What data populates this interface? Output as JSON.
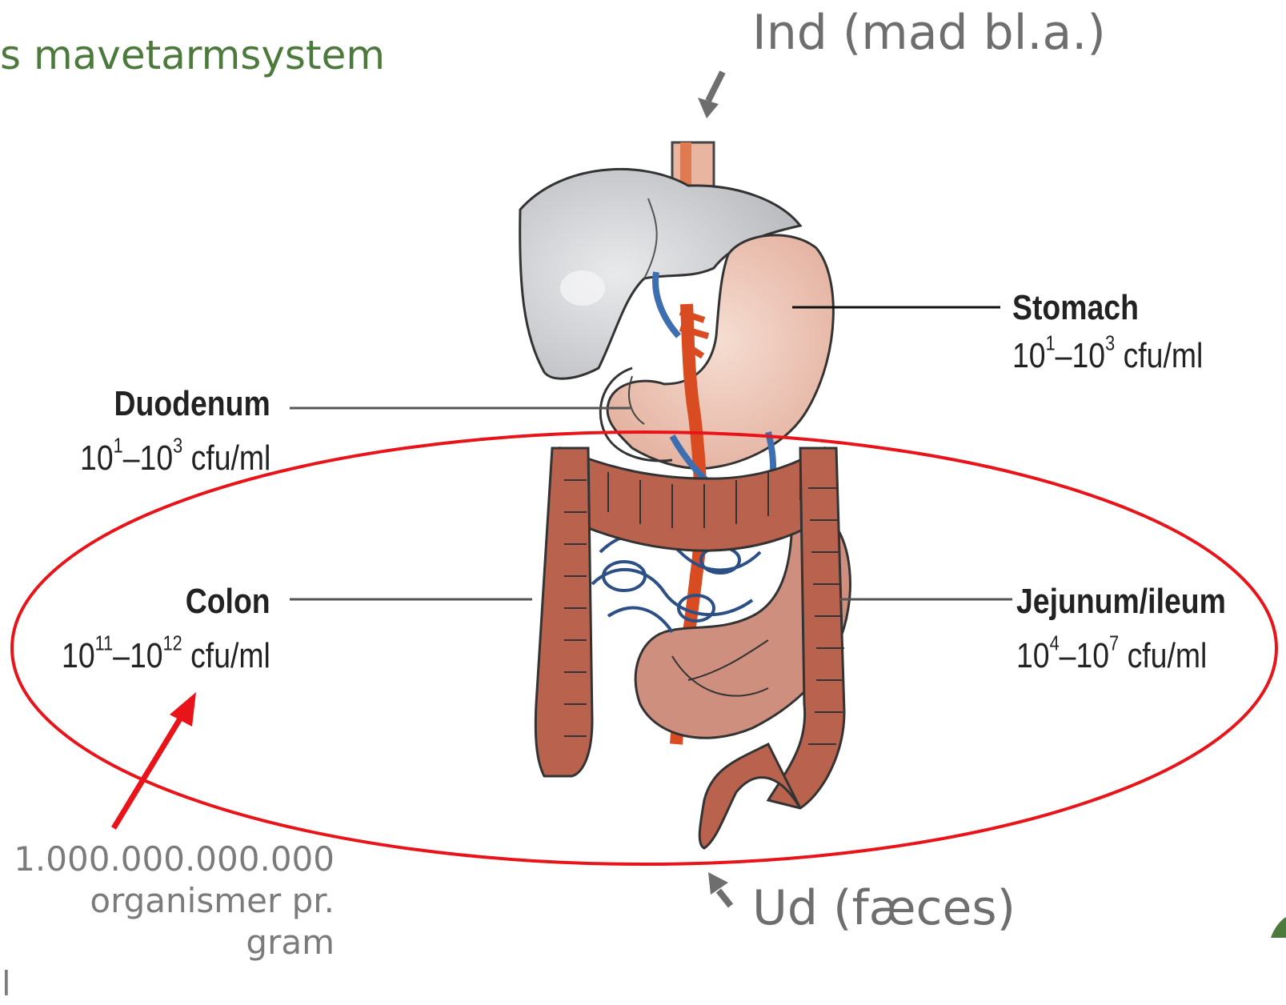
{
  "title": "s mavetarmsystem",
  "labels": {
    "in": "Ind (mad bl.a.)",
    "out": "Ud (fæces)"
  },
  "count_note": {
    "line1": "1.000.000.000.000",
    "line2": "organismer pr. gram",
    "line3": "l"
  },
  "organs": {
    "stomach": {
      "name": "Stomach",
      "base1": "10",
      "exp1": "1",
      "dash": "–",
      "base2": "10",
      "exp2": "3",
      "unit": " cfu/ml"
    },
    "duodenum": {
      "name": "Duodenum",
      "base1": "10",
      "exp1": "1",
      "dash": "–",
      "base2": "10",
      "exp2": "3",
      "unit": " cfu/ml"
    },
    "colon": {
      "name": "Colon",
      "base1": "10",
      "exp1": "11",
      "dash": "–",
      "base2": "10",
      "exp2": "12",
      "unit": " cfu/ml"
    },
    "jejunum": {
      "name": "Jejunum/ileum",
      "base1": "10",
      "exp1": "4",
      "dash": "–",
      "base2": "10",
      "exp2": "7",
      "unit": " cfu/ml"
    }
  },
  "colors": {
    "title": "#4c7a3c",
    "highlight": "#e8141a",
    "arrow_gray": "#6e6e6e",
    "liver": "#c9cbce",
    "stomach": "#ebc2b4",
    "colon": "#b9624e",
    "small_intestine": "#cf8f7e",
    "artery": "#d94b20",
    "vein": "#3d6fb0"
  }
}
